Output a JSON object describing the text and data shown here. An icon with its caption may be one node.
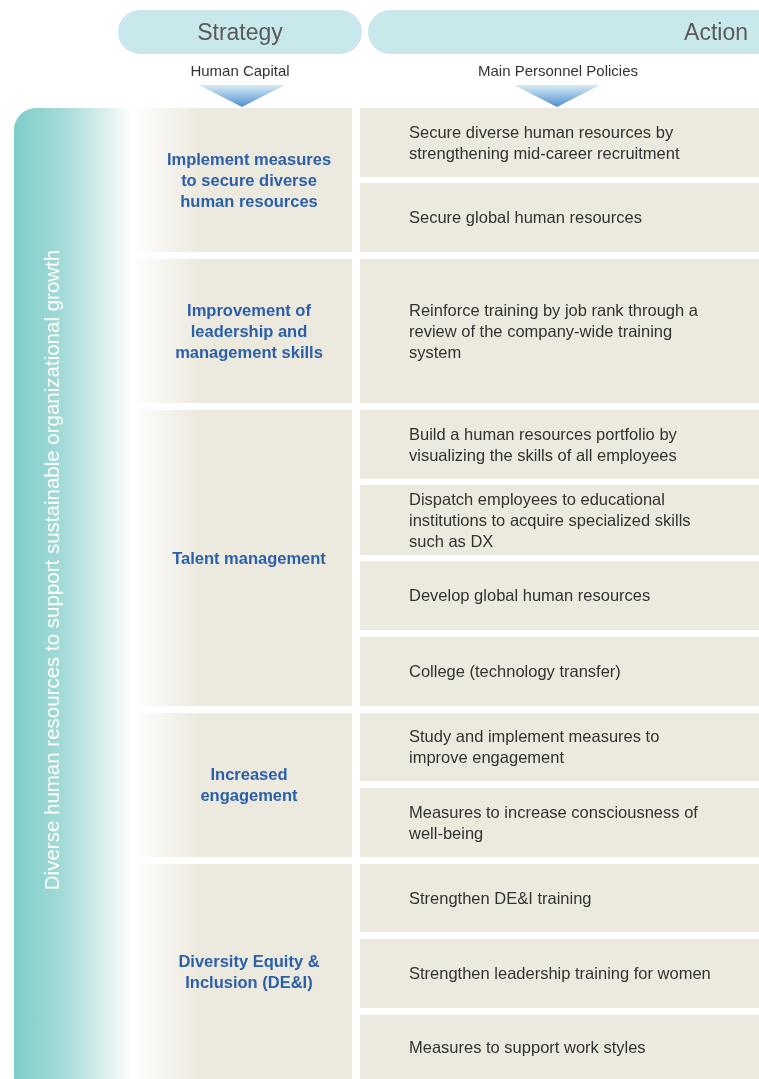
{
  "diagram": {
    "nodes": [
      {
        "text": [
          "Strategy"
        ]
      },
      {
        "text": [
          "Action"
        ]
      },
      {
        "text": [
          "Diverse human resources to support sustainable organizational growth"
        ]
      },
      {
        "text": [
          "Implement measures to secure diverse human resources"
        ],
        "in": 2
      },
      {
        "text": [
          "Secure diverse human resources by strengthening mid-career recruitment"
        ]
      },
      {
        "text": [
          "Secure global human resources"
        ]
      },
      {
        "text": [
          "Improvement of leadership and management skills"
        ],
        "in": 2
      },
      {
        "text": [
          "Reinforce training by job rank through a review of the company-wide training system"
        ]
      },
      {
        "text": [
          "Talent management"
        ],
        "in": 2
      },
      {
        "text": [
          "Build a human resources portfolio by visualizing the skills of all employees"
        ]
      },
      {
        "text": [
          "Dispatch employees to educational institutions to acquire specialized skills such as DX"
        ]
      },
      {
        "text": [
          "Develop global human resources"
        ]
      },
      {
        "text": [
          "College (technology transfer)"
        ]
      },
      {
        "text": [
          "Increased engagement"
        ],
        "in": 2
      },
      {
        "text": [
          "Study and implement measures to improve engagement"
        ]
      },
      {
        "text": [
          "Measures to increase consciousness of well-being"
        ]
      },
      {
        "text": [
          "Diversity Equity & Inclusion (DE&I)"
        ],
        "in": 2
      },
      {
        "text": [
          "Strengthen DE&I training"
        ]
      },
      {
        "text": [
          "Strengthen leadership training for women"
        ]
      },
      {
        "text": [
          "Measures to support work styles"
        ]
      }
    ],
    "edges": [
      {
        "from": 0,
        "to": 3,
        "arrow": "to"
      },
      {
        "from": 1,
        "to": 4,
        "arrow": "to"
      }
    ],
    "labels": [
      "Human Capital",
      "Main Personnel Policies"
    ]
  }
}
